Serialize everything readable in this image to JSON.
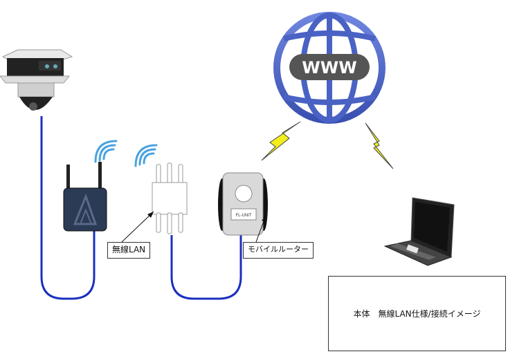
{
  "labels": {
    "wireless_lan": "無線LAN",
    "mobile_router": "モバイルルーター",
    "router_device_text": "FL-UNIT",
    "globe_text": "WWW"
  },
  "caption": "本体　無線LAN仕様/接続イメージ",
  "colors": {
    "cable": "#1a2fbf",
    "globe": "#4a62c4",
    "lightning": "#f2ee1c",
    "wifi": "#4aa3df"
  },
  "icons": [
    "camera-icon",
    "gateway-icon",
    "access-point-icon",
    "mobile-router-icon",
    "globe-icon",
    "laptop-icon",
    "wifi-icon",
    "lightning-icon"
  ]
}
